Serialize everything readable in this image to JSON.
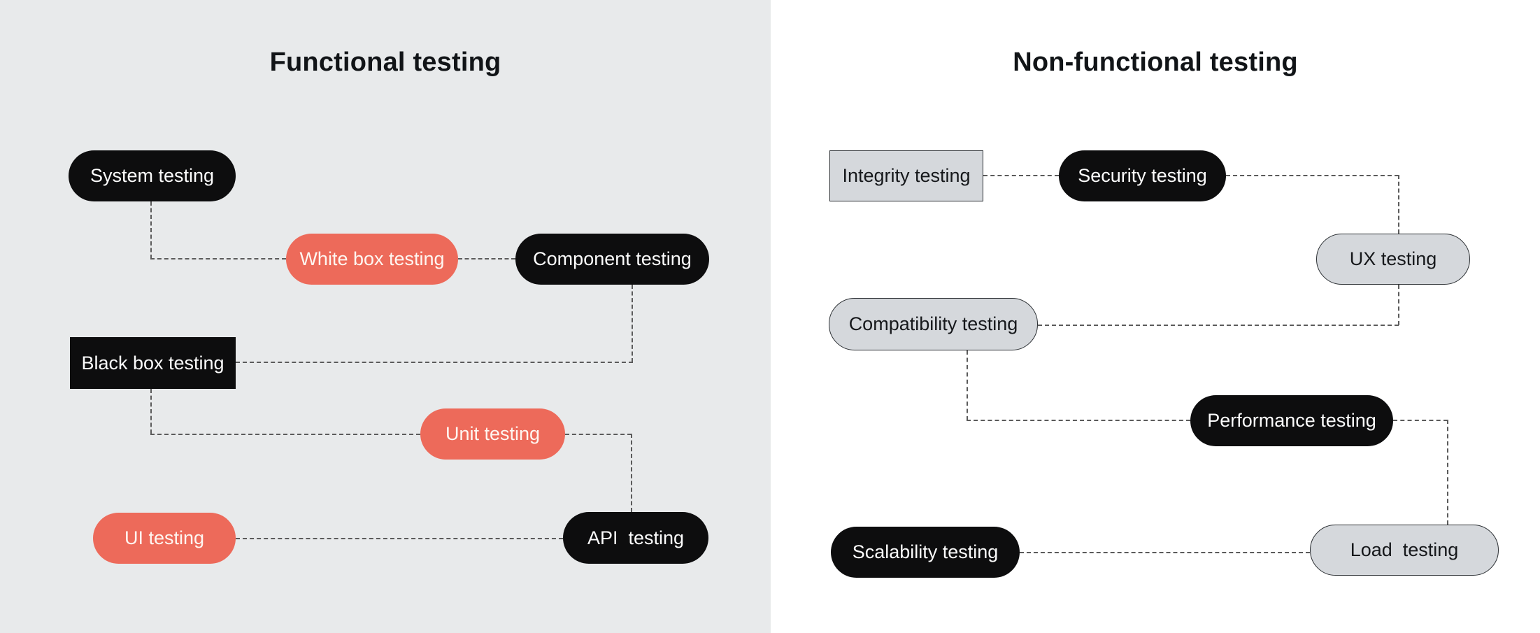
{
  "colors": {
    "left_background": "#E8EAEB",
    "right_background": "#FFFFFF",
    "black_node": "#0D0D0E",
    "salmon_node": "#ED6A5A",
    "gray_node_fill": "#D5D8DC",
    "gray_node_border": "#2B2F33",
    "connector_dash": "#5B5B5B"
  },
  "sections": [
    {
      "title": "Functional testing",
      "nodes": [
        {
          "label": "System testing"
        },
        {
          "label": "White box testing"
        },
        {
          "label": "Component testing"
        },
        {
          "label": "Black box testing"
        },
        {
          "label": "Unit testing"
        },
        {
          "label": "UI testing"
        },
        {
          "label": "API  testing"
        }
      ]
    },
    {
      "title": "Non-functional testing",
      "nodes": [
        {
          "label": "Integrity testing"
        },
        {
          "label": "Security testing"
        },
        {
          "label": "UX testing"
        },
        {
          "label": "Compatibility testing"
        },
        {
          "label": "Performance testing"
        },
        {
          "label": "Scalability testing"
        },
        {
          "label": "Load  testing"
        }
      ]
    }
  ]
}
